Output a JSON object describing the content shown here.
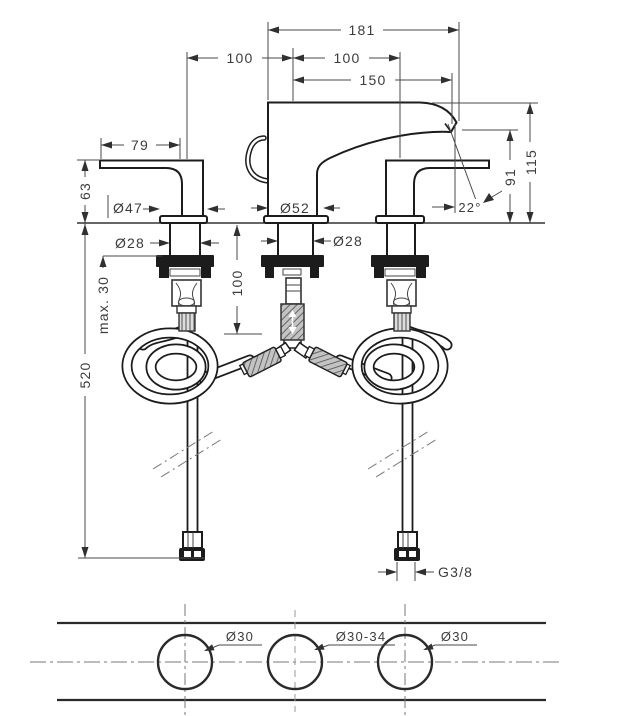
{
  "drawing": {
    "title": "three-hole-basin-mixer-dimension-drawing",
    "colors": {
      "line": "#1c1c1c",
      "dimension": "#4a4a4a",
      "background": "#ffffff"
    },
    "dims": {
      "overall_width": "181",
      "spacing_left": "100",
      "spacing_right": "100",
      "spout_reach": "150",
      "handle_length": "79",
      "handle_height": "63",
      "base_left_diameter": "Ø47",
      "base_center_diameter": "Ø52",
      "shank_left_diameter": "Ø28",
      "shank_center_diameter": "Ø28",
      "max_deck_thickness": "max. 30",
      "hose_length": "520",
      "below_deck_height": "100",
      "spout_outlet_height": "91",
      "total_height": "115",
      "spray_angle": "22°",
      "supply_thread": "G3/8",
      "holes": [
        "Ø30",
        "Ø30-34",
        "Ø30"
      ]
    }
  }
}
